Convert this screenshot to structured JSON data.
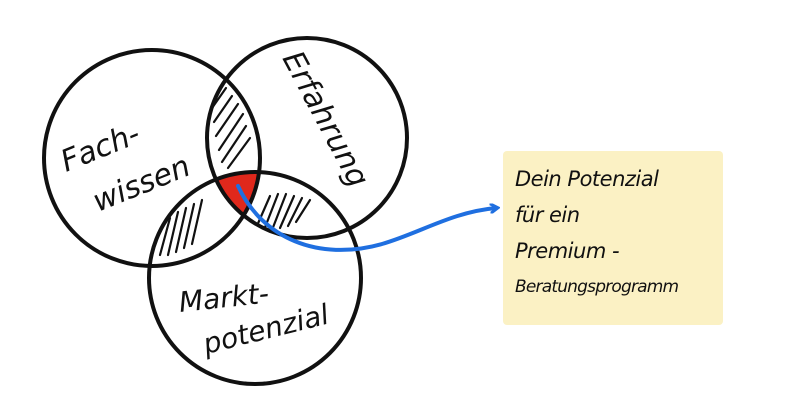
{
  "diagram": {
    "type": "venn",
    "circles": [
      {
        "id": "fachwissen",
        "label_line1": "Fach-",
        "label_line2": "wissen"
      },
      {
        "id": "erfahrung",
        "label": "Erfahrung"
      },
      {
        "id": "marktpotenzial",
        "label_line1": "Markt-",
        "label_line2": "potenzial"
      }
    ],
    "intersection_color": "#e0281c",
    "arrow_color": "#1f6fe0"
  },
  "note": {
    "lines": [
      "Dein Potenzial",
      "für ein",
      "Premium -",
      "Beratungsprogramm"
    ],
    "background": "#fbf1c4"
  }
}
